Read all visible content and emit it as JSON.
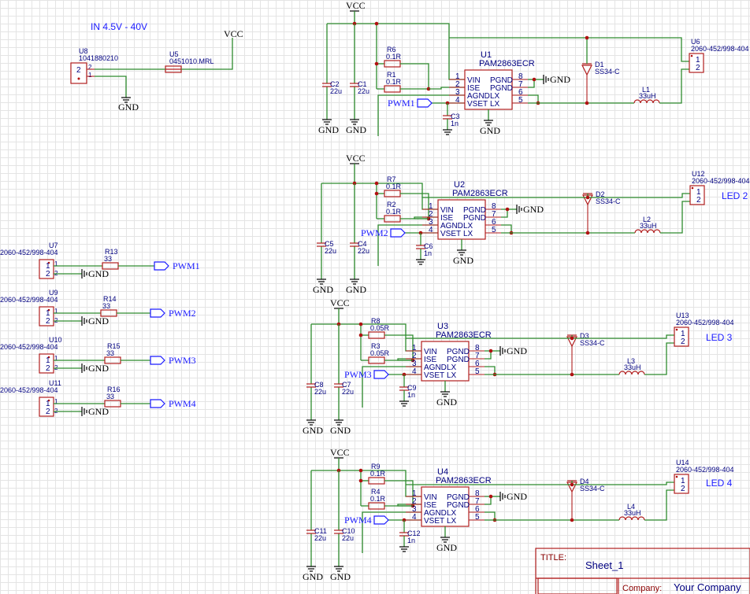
{
  "input_note": "IN 4.5V - 40V",
  "nets": {
    "vcc": "VCC",
    "gnd": "GND"
  },
  "input_section": {
    "connector": {
      "ref": "U8",
      "value": "1041880210",
      "pins": [
        "2",
        "1"
      ]
    },
    "fuse": {
      "ref": "U5",
      "value": "0451010.MRL"
    }
  },
  "pwm_headers": [
    {
      "ref": "U7",
      "value": "2060-452/998-404",
      "resistor_ref": "R13",
      "resistor_value": "33",
      "port": "PWM1"
    },
    {
      "ref": "U9",
      "value": "2060-452/998-404",
      "resistor_ref": "R14",
      "resistor_value": "33",
      "port": "PWM2"
    },
    {
      "ref": "U10",
      "value": "2060-452/998-404",
      "resistor_ref": "R15",
      "resistor_value": "33",
      "port": "PWM3"
    },
    {
      "ref": "U11",
      "value": "2060-452/998-404",
      "resistor_ref": "R16",
      "resistor_value": "33",
      "port": "PWM4"
    }
  ],
  "drivers": [
    {
      "ic": "U1",
      "ic_value": "PAM2863ECR",
      "c_in_a": "C2",
      "c_in_a_val": "22u",
      "c_in_b": "C1",
      "c_in_b_val": "22u",
      "r_top": "R6",
      "r_top_val": "0.1R",
      "r_bot": "R1",
      "r_bot_val": "0.1R",
      "c_vset": "C3",
      "c_vset_val": "1n",
      "diode": "D1",
      "diode_val": "SS34-C",
      "inductor": "L1",
      "inductor_val": "33uH",
      "out": "U6",
      "out_val": "2060-452/998-404",
      "pwm": "PWM1",
      "led_label": ""
    },
    {
      "ic": "U2",
      "ic_value": "PAM2863ECR",
      "c_in_a": "C5",
      "c_in_a_val": "22u",
      "c_in_b": "C4",
      "c_in_b_val": "22u",
      "r_top": "R7",
      "r_top_val": "0.1R",
      "r_bot": "R2",
      "r_bot_val": "0.1R",
      "c_vset": "C6",
      "c_vset_val": "1n",
      "diode": "D2",
      "diode_val": "SS34-C",
      "inductor": "L2",
      "inductor_val": "33uH",
      "out": "U12",
      "out_val": "2060-452/998-404",
      "pwm": "PWM2",
      "led_label": "LED 2"
    },
    {
      "ic": "U3",
      "ic_value": "PAM2863ECR",
      "c_in_a": "C8",
      "c_in_a_val": "22u",
      "c_in_b": "C7",
      "c_in_b_val": "22u",
      "r_top": "R8",
      "r_top_val": "0.05R",
      "r_bot": "R3",
      "r_bot_val": "0.05R",
      "c_vset": "C9",
      "c_vset_val": "1n",
      "diode": "D3",
      "diode_val": "SS34-C",
      "inductor": "L3",
      "inductor_val": "33uH",
      "out": "U13",
      "out_val": "2060-452/998-404",
      "pwm": "PWM3",
      "led_label": "LED 3"
    },
    {
      "ic": "U4",
      "ic_value": "PAM2863ECR",
      "c_in_a": "C11",
      "c_in_a_val": "22u",
      "c_in_b": "C10",
      "c_in_b_val": "22u",
      "r_top": "R9",
      "r_top_val": "0.1R",
      "r_bot": "R4",
      "r_bot_val": "0.1R",
      "c_vset": "C12",
      "c_vset_val": "1n",
      "diode": "D4",
      "diode_val": "SS34-C",
      "inductor": "L4",
      "inductor_val": "33uH",
      "out": "U14",
      "out_val": "2060-452/998-404",
      "pwm": "PWM4",
      "led_label": "LED 4"
    }
  ],
  "ic_pins": {
    "left_numbers": [
      "1",
      "2",
      "3",
      "4"
    ],
    "right_numbers": [
      "8",
      "7",
      "6",
      "5"
    ],
    "left_names": [
      "VIN",
      "ISE",
      "AGND",
      "VSET"
    ],
    "right_names": [
      "PGND",
      "PGND",
      "LX",
      "LX"
    ]
  },
  "connector_pins": [
    "1",
    "2"
  ],
  "title_block": {
    "title_label": "TITLE:",
    "title_value": "Sheet_1",
    "company_label": "Company:",
    "company_value": "Your Company"
  },
  "colors": {
    "wire": "#2e8b2e",
    "component": "#b11e1e",
    "label": "#000080",
    "port": "#1a1aff",
    "junction": "#b01010",
    "grid": "#e4e4e4"
  }
}
